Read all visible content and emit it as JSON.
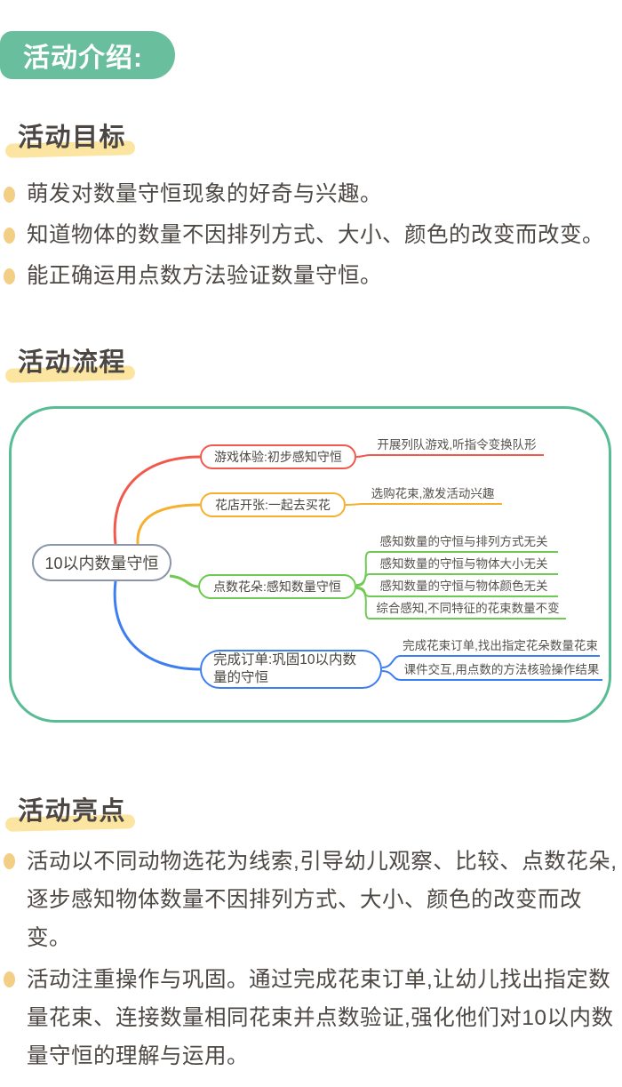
{
  "banner": {
    "title": "活动介绍:"
  },
  "goals": {
    "heading": "活动目标",
    "bullets": [
      "萌发对数量守恒现象的好奇与兴趣。",
      "知道物体的数量不因排列方式、大小、颜色的改变而改变。",
      "能正确运用点数方法验证数量守恒。"
    ]
  },
  "process": {
    "heading": "活动流程",
    "mindmap": {
      "root": "10以内数量守恒",
      "branches": [
        {
          "label": "游戏体验:初步感知守恒",
          "color": "#f2594d",
          "leaves": [
            "开展列队游戏,听指令变换队形"
          ]
        },
        {
          "label": "花店开张:一起去买花",
          "color": "#f6b02f",
          "leaves": [
            "选购花束,激发活动兴趣"
          ]
        },
        {
          "label": "点数花朵:感知数量守恒",
          "color": "#6eca53",
          "leaves": [
            "感知数量的守恒与排列方式无关",
            "感知数量的守恒与物体大小无关",
            "感知数量的守恒与物体颜色无关",
            "综合感知,不同特征的花束数量不变"
          ]
        },
        {
          "label": "完成订单:巩固10以内数量的守恒",
          "color": "#3d7ef0",
          "leaves": [
            "完成花束订单,找出指定花朵数量花束",
            "课件交互,用点数的方法核验操作结果"
          ]
        }
      ]
    }
  },
  "highlights": {
    "heading": "活动亮点",
    "bullets": [
      "活动以不同动物选花为线索,引导幼儿观察、比较、点数花朵,逐步感知物体数量不因排列方式、大小、颜色的改变而改变。",
      "活动注重操作与巩固。通过完成花束订单,让幼儿找出指定数量花束、连接数量相同花束并点数验证,强化他们对10以内数量守恒的理解与运用。"
    ]
  },
  "colors": {
    "banner_green": "#69be9d",
    "box_border_teal": "#58bc95",
    "highlight_yellow": "#fbe5a1",
    "bullet_dot": "#f3cf85",
    "branch_red": "#f2594d",
    "branch_yellow": "#f6b02f",
    "branch_green": "#6eca53",
    "branch_blue": "#3d7ef0",
    "root_border": "#8a95aa",
    "text_dark": "#4c4742"
  }
}
